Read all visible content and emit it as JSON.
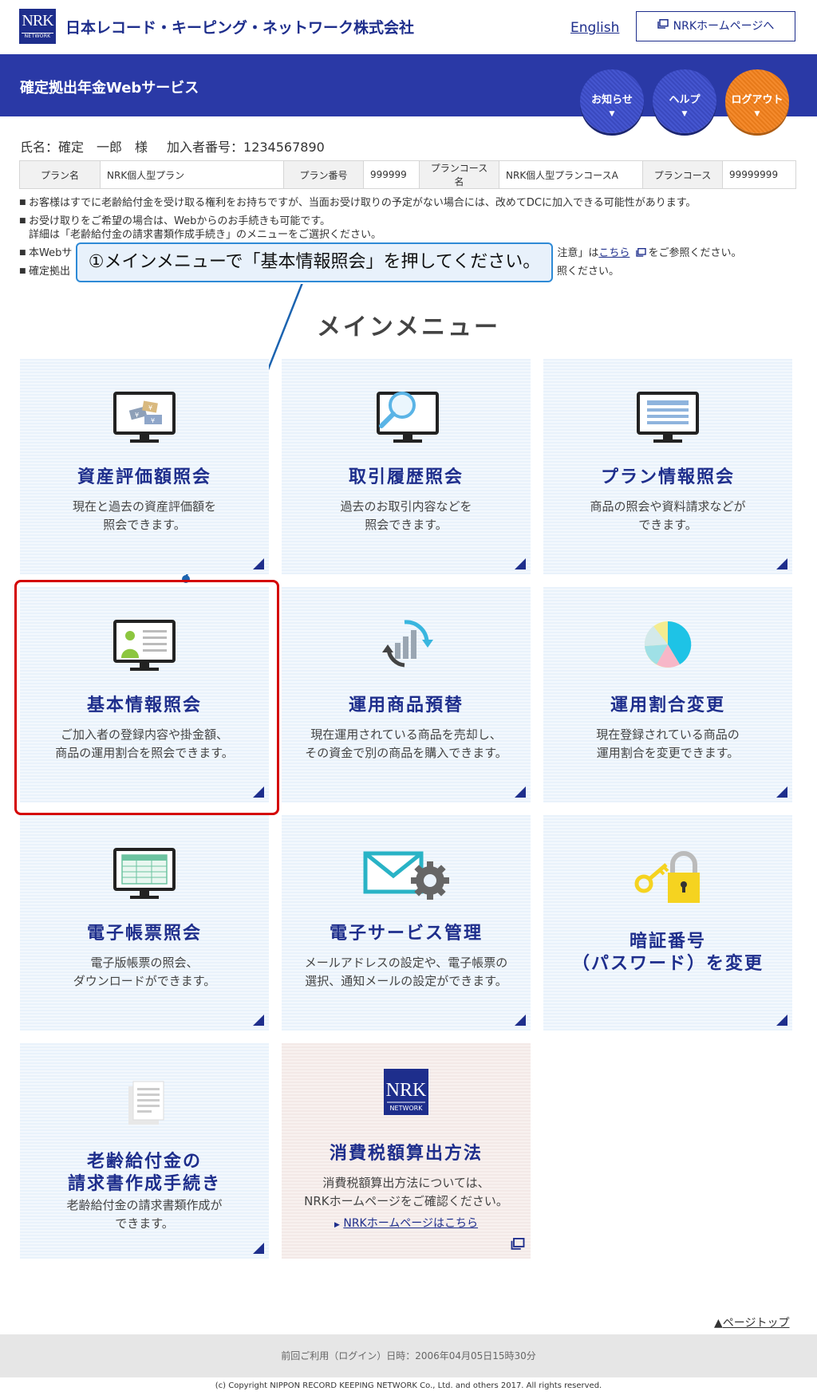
{
  "header": {
    "logo_top": "NRK",
    "logo_bottom": "NETWORK",
    "company": "日本レコード・キーピング・ネットワーク株式会社",
    "english": "English",
    "home_button": "NRKホームページへ"
  },
  "service_bar": {
    "title": "確定拠出年金Webサービス",
    "buttons": [
      {
        "label": "お知らせ"
      },
      {
        "label": "ヘルプ"
      },
      {
        "label": "ログアウト"
      }
    ]
  },
  "user": {
    "name": "氏名：確定　一郎　様",
    "member_no": "加入者番号：1234567890"
  },
  "plan": {
    "plan_name_label": "プラン名",
    "plan_name": "NRK個人型プラン",
    "plan_no_label": "プラン番号",
    "plan_no": "999999",
    "course_name_label": "プランコース名",
    "course_name": "NRK個人型プランコースA",
    "course_label": "プランコース",
    "course": "99999999"
  },
  "notices": {
    "n1": "お客様はすでに老齢給付金を受け取る権利をお持ちですが、当面お受け取りの予定がない場合には、改めてDCに加入できる可能性があります。",
    "n2a": "お受け取りをご希望の場合は、Webからのお手続きも可能です。",
    "n2b": "詳細は「老齢給付金の請求書類作成手続き」のメニューをご選択ください。",
    "n3_prefix": "本Webサ",
    "n3_mid": "注意」は",
    "n3_link": "こちら",
    "n3_suffix": "をご参照ください。",
    "n4_prefix": "確定拠出",
    "n4_suffix": "照ください。"
  },
  "callout": "①メインメニューで「基本情報照会」を押してください。",
  "menu_title": "メインメニュー",
  "tiles": [
    {
      "title": "資産評価額照会",
      "desc1": "現在と過去の資産評価額を",
      "desc2": "照会できます。",
      "icon": "monitor-yen-icon"
    },
    {
      "title": "取引履歴照会",
      "desc1": "過去のお取引内容などを",
      "desc2": "照会できます。",
      "icon": "monitor-magnifier-icon"
    },
    {
      "title": "プラン情報照会",
      "desc1": "商品の照会や資料請求などが",
      "desc2": "できます。",
      "icon": "monitor-document-icon"
    },
    {
      "title": "基本情報照会",
      "desc1": "ご加入者の登録内容や掛金額、",
      "desc2": "商品の運用割合を照会できます。",
      "icon": "monitor-person-icon"
    },
    {
      "title": "運用商品預替",
      "desc1": "現在運用されている商品を売却し、",
      "desc2": "その資金で別の商品を購入できます。",
      "icon": "bar-chart-cycle-icon"
    },
    {
      "title": "運用割合変更",
      "desc1": "現在登録されている商品の",
      "desc2": "運用割合を変更できます。",
      "icon": "pie-chart-icon"
    },
    {
      "title": "電子帳票照会",
      "desc1": "電子版帳票の照会、",
      "desc2": "ダウンロードができます。",
      "icon": "monitor-spreadsheet-icon"
    },
    {
      "title": "電子サービス管理",
      "desc1": "メールアドレスの設定や、電子帳票の",
      "desc2": "選択、通知メールの設定ができます。",
      "icon": "mail-gear-icon"
    },
    {
      "title1": "暗証番号",
      "title2": "（パスワード）を変更",
      "icon": "key-lock-icon"
    },
    {
      "title1": "老齢給付金の",
      "title2": "請求書作成手続き",
      "desc1": "老齢給付金の請求書類作成が",
      "desc2": "できます。",
      "icon": "document-icon"
    },
    {
      "title": "消費税額算出方法",
      "desc1": "消費税額算出方法については、",
      "desc2": "NRKホームページをご確認ください。",
      "link": "NRKホームページはこちら",
      "icon": "nrk-logo-icon"
    }
  ],
  "footer": {
    "page_top": "ページトップ",
    "last_login": "前回ご利用（ログイン）日時：2006年04月05日15時30分",
    "copyright": "(c) Copyright NIPPON RECORD KEEPING NETWORK Co., Ltd. and others 2017. All rights reserved."
  },
  "colors": {
    "brand_navy": "#1e2e8c",
    "bar_blue": "#2a39a6",
    "logout_orange": "#f48a2c",
    "highlight_red": "#d40000",
    "callout_border": "#2e8ad6"
  }
}
